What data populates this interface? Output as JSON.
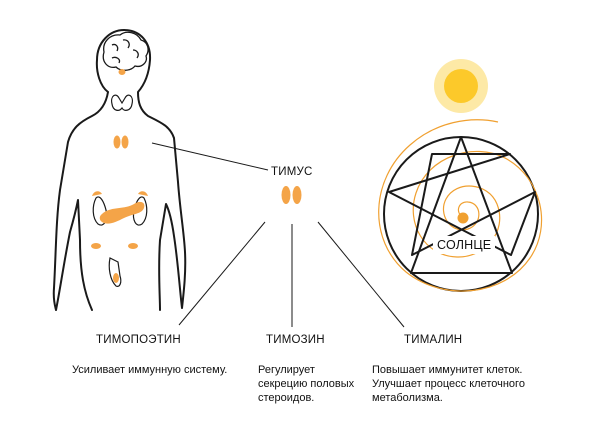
{
  "center": {
    "title": "ТИМУС"
  },
  "sun": {
    "label": "СОЛНЦЕ"
  },
  "hormones": [
    {
      "name": "ТИМОПОЭТИН",
      "description": "Усиливает иммунную систему."
    },
    {
      "name": "ТИМОЗИН",
      "description": "Регулирует секрецию половых стероидов."
    },
    {
      "name": "ТИМАЛИН",
      "description": "Повышает иммунитет клеток. Улучшает процесс клеточного метаболизма."
    }
  ],
  "colors": {
    "accent": "#f0a030",
    "organ": "#f4a448",
    "sun": "#fcc92a",
    "sun_glow": "#fde9a6",
    "line": "#1a1a1a"
  }
}
